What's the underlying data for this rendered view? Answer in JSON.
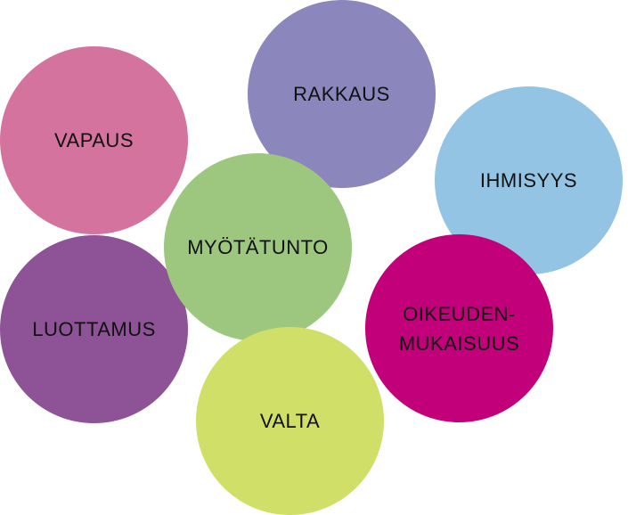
{
  "circles": [
    {
      "id": "rakkaus",
      "label": "RAKKAUS",
      "color": "#8b86bb"
    },
    {
      "id": "vapaus",
      "label": "VAPAUS",
      "color": "#d3739e"
    },
    {
      "id": "ihmisyys",
      "label": "IHMISYYS",
      "color": "#94c4e4"
    },
    {
      "id": "luottamus",
      "label": "LUOTTAMUS",
      "color": "#8d5396"
    },
    {
      "id": "oikeuden",
      "label": "OIKEUDEN-\nMUKAISUUS",
      "color": "#c1007a"
    },
    {
      "id": "myotatunto",
      "label": "MYÖTÄTUNTO",
      "color": "#9dc77f"
    },
    {
      "id": "valta",
      "label": "VALTA",
      "color": "#cfdf68"
    }
  ]
}
